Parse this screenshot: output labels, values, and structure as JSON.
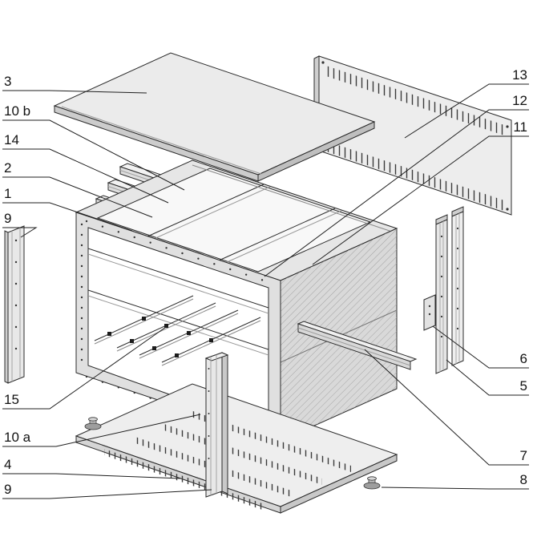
{
  "diagram": {
    "kind": "exploded assembly line drawing of a rack enclosure",
    "background_color": "#ffffff",
    "line_color": "#222222"
  },
  "callouts": {
    "left": [
      "3",
      "10 b",
      "14",
      "2",
      "1",
      "9",
      "15",
      "10 a",
      "4",
      "9"
    ],
    "right": [
      "13",
      "12",
      "11",
      "6",
      "5",
      "7",
      "8"
    ]
  }
}
